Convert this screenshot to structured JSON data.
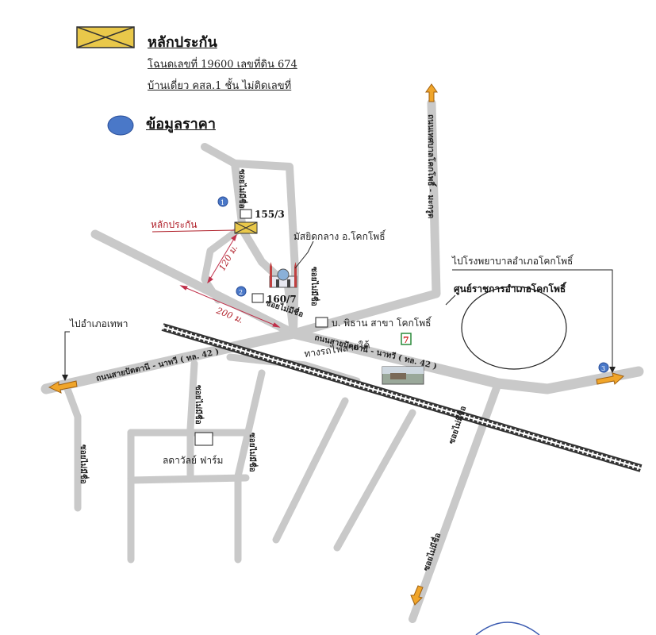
{
  "legend": {
    "collateral_title": "หลักประกัน",
    "deed_line": "โฉนดเลขที่ 19600 เลขที่ดิน 674",
    "house_line": "บ้านเดี่ยว คสล.1 ชั้น ไม่ติดเลขที่",
    "price_title": "ข้อมูลราคา",
    "price_marker_color": "#4a78c8",
    "collateral_marker_color": "#e9c84a"
  },
  "map": {
    "collateral_label": "หลักประกัน",
    "house_no_155": "155/3",
    "house_no_160": "160/7",
    "mosque_label": "มัสยิดกลาง อ.โคกโพธิ์",
    "company_label": "บ. พิธาน สาขา โคกโพธิ์",
    "hospital_label": "ไปโรงพยาบาลอำเภอโคกโพธิ์",
    "gov_center_label": "ศูนย์ราชการอำเภอโคกโพธิ์",
    "to_thepha_label": "ไปอำเภอเทพา",
    "farm_label": "ลดาวัลย์ ฟาร์ม",
    "railway_label": "ทางรถไฟสายใต้",
    "main_road_left": "ถนนสายปัตตานี - นาทวี ( ทล. 42 )",
    "main_road_right": "ถนนสายปัตตานี - นาทวี ( ทล. 42 )",
    "road_vertical_right": "ถนนเทศบาลโคกโพธิ์ - มะกรูด",
    "soi_mai_mi_chue": "ซอยไม่มีชื่อ",
    "soi_label": "ซอยไม่มีชื่อ",
    "dist_120": "120 ม.",
    "dist_200": "200 ม.",
    "marker_1": "1",
    "marker_2": "2",
    "marker_3": "3",
    "road_color": "#c9c9c9",
    "arrow_color": "#f0a52a",
    "dist_color": "#c0304a"
  }
}
